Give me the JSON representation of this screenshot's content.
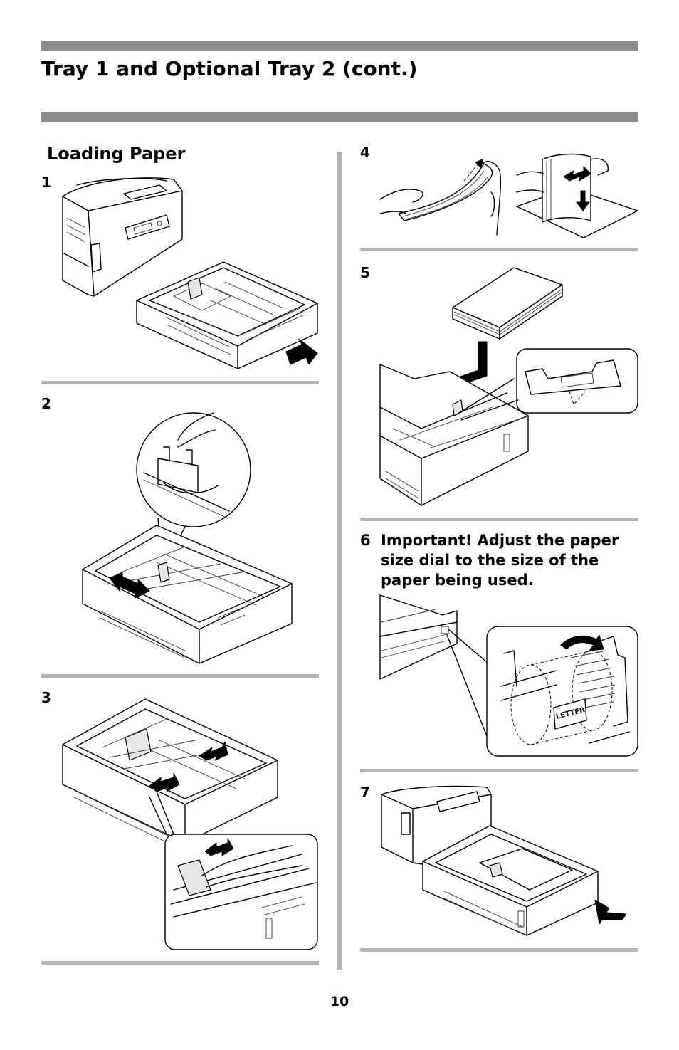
{
  "title": "Tray 1 and Optional Tray 2 (cont.)",
  "section_heading": "Loading Paper",
  "steps": [
    {
      "number": "1"
    },
    {
      "number": "2"
    },
    {
      "number": "3"
    },
    {
      "number": "4"
    },
    {
      "number": "5"
    },
    {
      "number": "6",
      "text": "Important! Adjust the paper size dial to the size of the paper being used."
    },
    {
      "number": "7"
    }
  ],
  "dial_label": "LETTER",
  "page_number": "10"
}
